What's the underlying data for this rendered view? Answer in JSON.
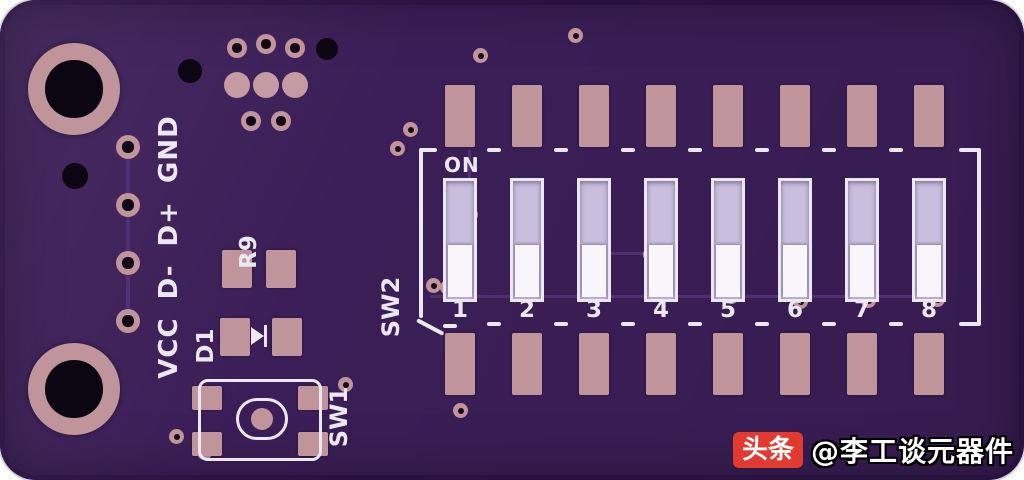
{
  "pcb": {
    "silkscreen": {
      "left_pins": "VCC D- D+ GND",
      "r9": "R9",
      "d1": "D1",
      "sw1": "SW1",
      "sw2": "SW2",
      "on": "ON",
      "sw2_positions": [
        "1",
        "2",
        "3",
        "4",
        "5",
        "6",
        "7",
        "8"
      ]
    },
    "colors": {
      "background": "#ffffff",
      "board": "#3b1e57",
      "board_edge": "#2b1342",
      "copper_pad": "#bf949b",
      "silkscreen": "#ece8f2",
      "switch_body": "#c9bedd",
      "switch_slider": "#f8f6fb",
      "drill_hole": "#0c0612",
      "trace": "#4f2e72"
    }
  },
  "watermark": {
    "badge": "头条",
    "text": "@李工谈元器件",
    "badge_color": "#e23a30"
  }
}
